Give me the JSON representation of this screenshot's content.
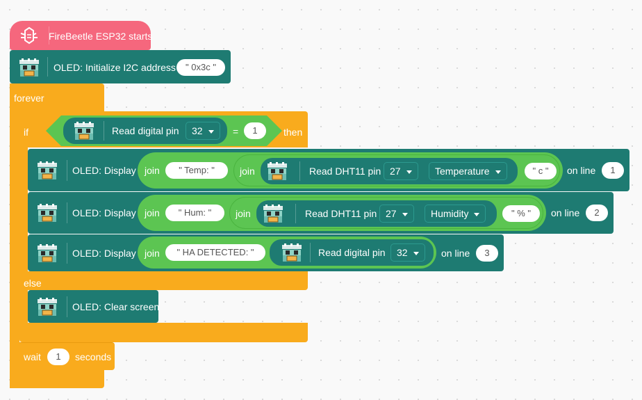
{
  "hat": {
    "label": "FireBeetle ESP32 starts"
  },
  "init": {
    "label": "OLED: Initialize I2C address",
    "address": "\" 0x3c \""
  },
  "forever": {
    "label": "forever"
  },
  "ifblock": {
    "if_label": "if",
    "then_label": "then",
    "else_label": "else",
    "condition": {
      "read_label": "Read digital pin",
      "pin": "32",
      "op": "=",
      "value": "1"
    }
  },
  "display1": {
    "label": "OLED: Display",
    "join1": "join",
    "text1": "\" Temp: \"",
    "join2": "join",
    "read_label": "Read DHT11 pin",
    "pin": "27",
    "measure": "Temperature",
    "text2": "\" c \"",
    "on_line": "on line",
    "line": "1"
  },
  "display2": {
    "label": "OLED: Display",
    "join1": "join",
    "text1": "\" Hum: \"",
    "join2": "join",
    "read_label": "Read DHT11 pin",
    "pin": "27",
    "measure": "Humidity",
    "text2": "\" % \"",
    "on_line": "on line",
    "line": "2"
  },
  "display3": {
    "label": "OLED: Display",
    "join1": "join",
    "text1": "\" HA DETECTED: \"",
    "read_label": "Read digital pin",
    "pin": "32",
    "on_line": "on line",
    "line": "3"
  },
  "clear": {
    "label": "OLED: Clear screen"
  },
  "wait": {
    "label": "wait",
    "value": "1",
    "unit": "seconds"
  },
  "colors": {
    "hat": "#f5677d",
    "teal": "#1e7b72",
    "orange": "#f9ab1d",
    "green": "#5cc552"
  }
}
